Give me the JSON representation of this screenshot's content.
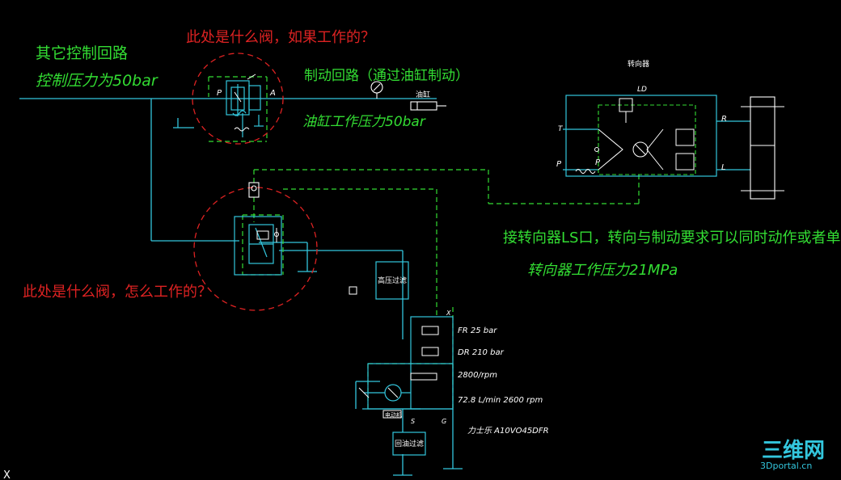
{
  "colors": {
    "background": "#000000",
    "pipe": "#33c6dd",
    "pilot": "#33dd33",
    "annotation": "#dd2222",
    "label": "#33dd33",
    "component": "#ffffff",
    "marker": "#dddd22"
  },
  "labels": {
    "other_circuit": "其它控制回路",
    "control_pressure": "控制压力为50bar",
    "question_top": "此处是什么阀，如果工作的？",
    "brake_circuit": "制动回路（通过油缸制动）",
    "cylinder_pressure": "油缸工作压力50bar",
    "cylinder_tag": "油缸",
    "steering_unit_title": "转向器",
    "port_ld": "LD",
    "port_t": "T",
    "port_p_left": "P",
    "port_p_inner": "P",
    "port_r": "R",
    "port_l": "L",
    "valve_port_p": "P",
    "valve_port_a": "A",
    "ls_note": "接转向器LS口，转向与制动要求可以同时动作或者单独",
    "steering_pressure": "转向器工作压力21MPa",
    "question_bottom": "此处是什么阀，怎么工作的？",
    "high_pressure_filter": "高压过滤",
    "return_filter": "回油过滤",
    "fr": "FR 25 bar",
    "dr": "DR 210 bar",
    "rpm": "2800/rpm",
    "flow": "72.8 L/min 2600 rpm",
    "pump_model": "力士乐 A10VO45DFR",
    "motor_tag": "电动机",
    "port_x": "X",
    "port_g": "G",
    "port_s": "S",
    "watermark_main": "三维网",
    "watermark_sub": "3Dportal.cn",
    "corner_mark": "X"
  }
}
